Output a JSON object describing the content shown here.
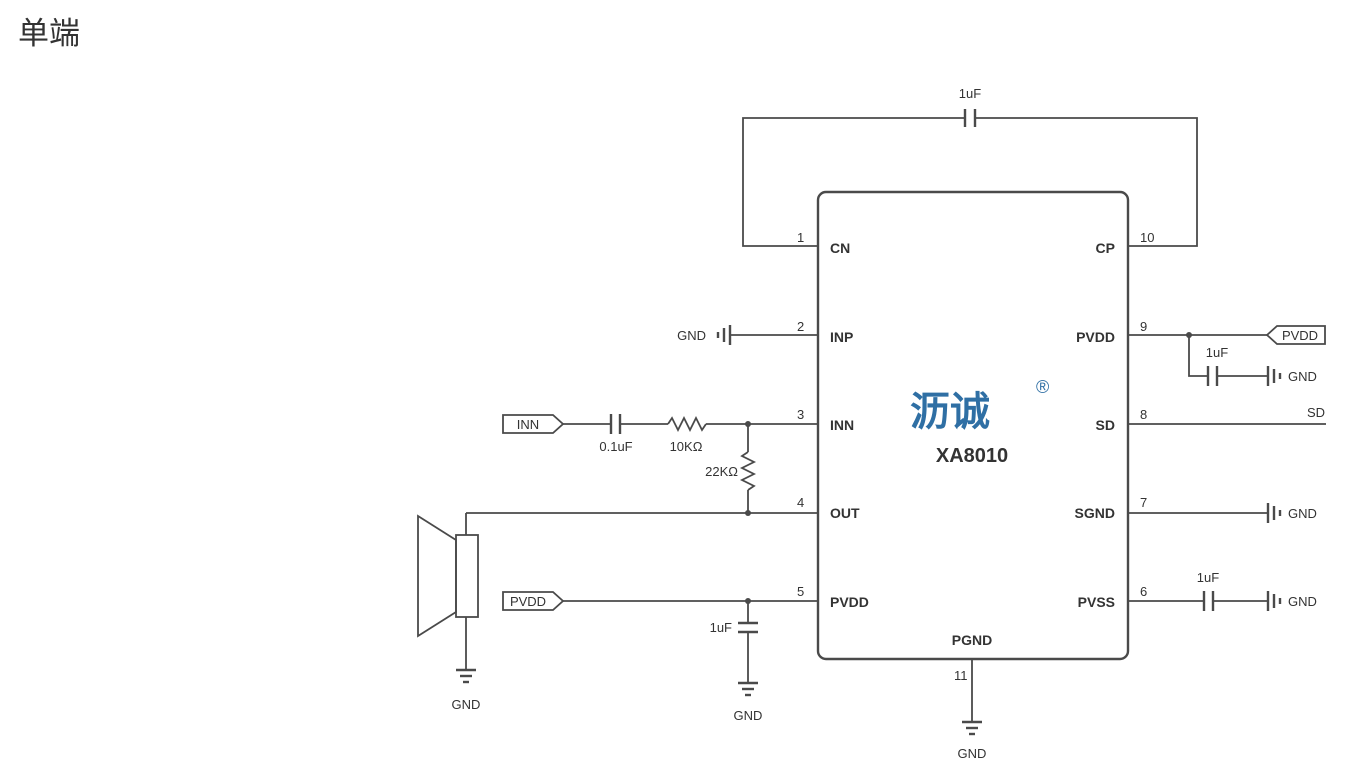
{
  "title": "单端",
  "chip": {
    "brand": "沥诚",
    "registered": "®",
    "part": "XA8010",
    "pins": [
      {
        "num": "1",
        "name": "CN"
      },
      {
        "num": "2",
        "name": "INP"
      },
      {
        "num": "3",
        "name": "INN"
      },
      {
        "num": "4",
        "name": "OUT"
      },
      {
        "num": "5",
        "name": "PVDD"
      },
      {
        "num": "10",
        "name": "CP"
      },
      {
        "num": "9",
        "name": "PVDD"
      },
      {
        "num": "8",
        "name": "SD"
      },
      {
        "num": "7",
        "name": "SGND"
      },
      {
        "num": "6",
        "name": "PVSS"
      },
      {
        "num": "11",
        "name": "PGND"
      }
    ]
  },
  "components": {
    "cap_cn_cp": "1uF",
    "cap_inn": "0.1uF",
    "res_inn": "10KΩ",
    "res_fb": "22KΩ",
    "cap_pvdd_left": "1uF",
    "cap_pvdd_right": "1uF",
    "cap_pvss": "1uF"
  },
  "nets": {
    "gnd": "GND",
    "inn": "INN",
    "pvdd": "PVDD",
    "sd": "SD"
  },
  "colors": {
    "wire": "#4a4a4a",
    "brand": "#2f6fa4"
  }
}
